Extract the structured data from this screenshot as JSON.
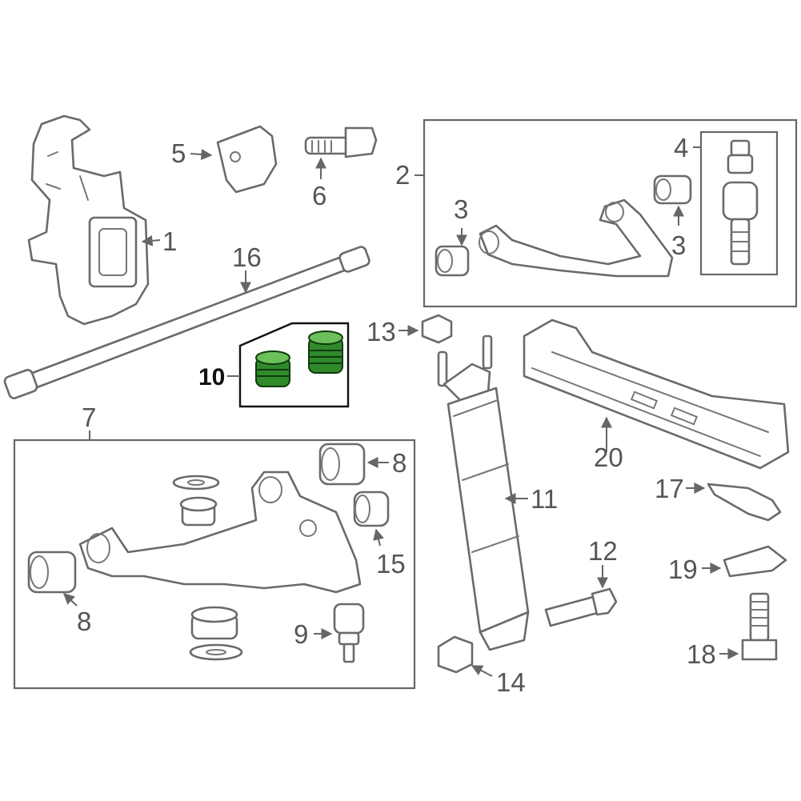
{
  "diagram": {
    "highlight_color": "#2f8a2a",
    "line_color": "#6a6a6a",
    "callouts": [
      {
        "id": "c1",
        "text": "1"
      },
      {
        "id": "c2",
        "text": "2"
      },
      {
        "id": "c3a",
        "text": "3"
      },
      {
        "id": "c3b",
        "text": "3"
      },
      {
        "id": "c4",
        "text": "4"
      },
      {
        "id": "c5",
        "text": "5"
      },
      {
        "id": "c6",
        "text": "6"
      },
      {
        "id": "c7",
        "text": "7"
      },
      {
        "id": "c8a",
        "text": "8"
      },
      {
        "id": "c8b",
        "text": "8"
      },
      {
        "id": "c9",
        "text": "9"
      },
      {
        "id": "c10",
        "text": "10"
      },
      {
        "id": "c11",
        "text": "11"
      },
      {
        "id": "c12",
        "text": "12"
      },
      {
        "id": "c13",
        "text": "13"
      },
      {
        "id": "c14",
        "text": "14"
      },
      {
        "id": "c15",
        "text": "15"
      },
      {
        "id": "c16",
        "text": "16"
      },
      {
        "id": "c17",
        "text": "17"
      },
      {
        "id": "c18",
        "text": "18"
      },
      {
        "id": "c19",
        "text": "19"
      },
      {
        "id": "c20",
        "text": "20"
      }
    ]
  }
}
